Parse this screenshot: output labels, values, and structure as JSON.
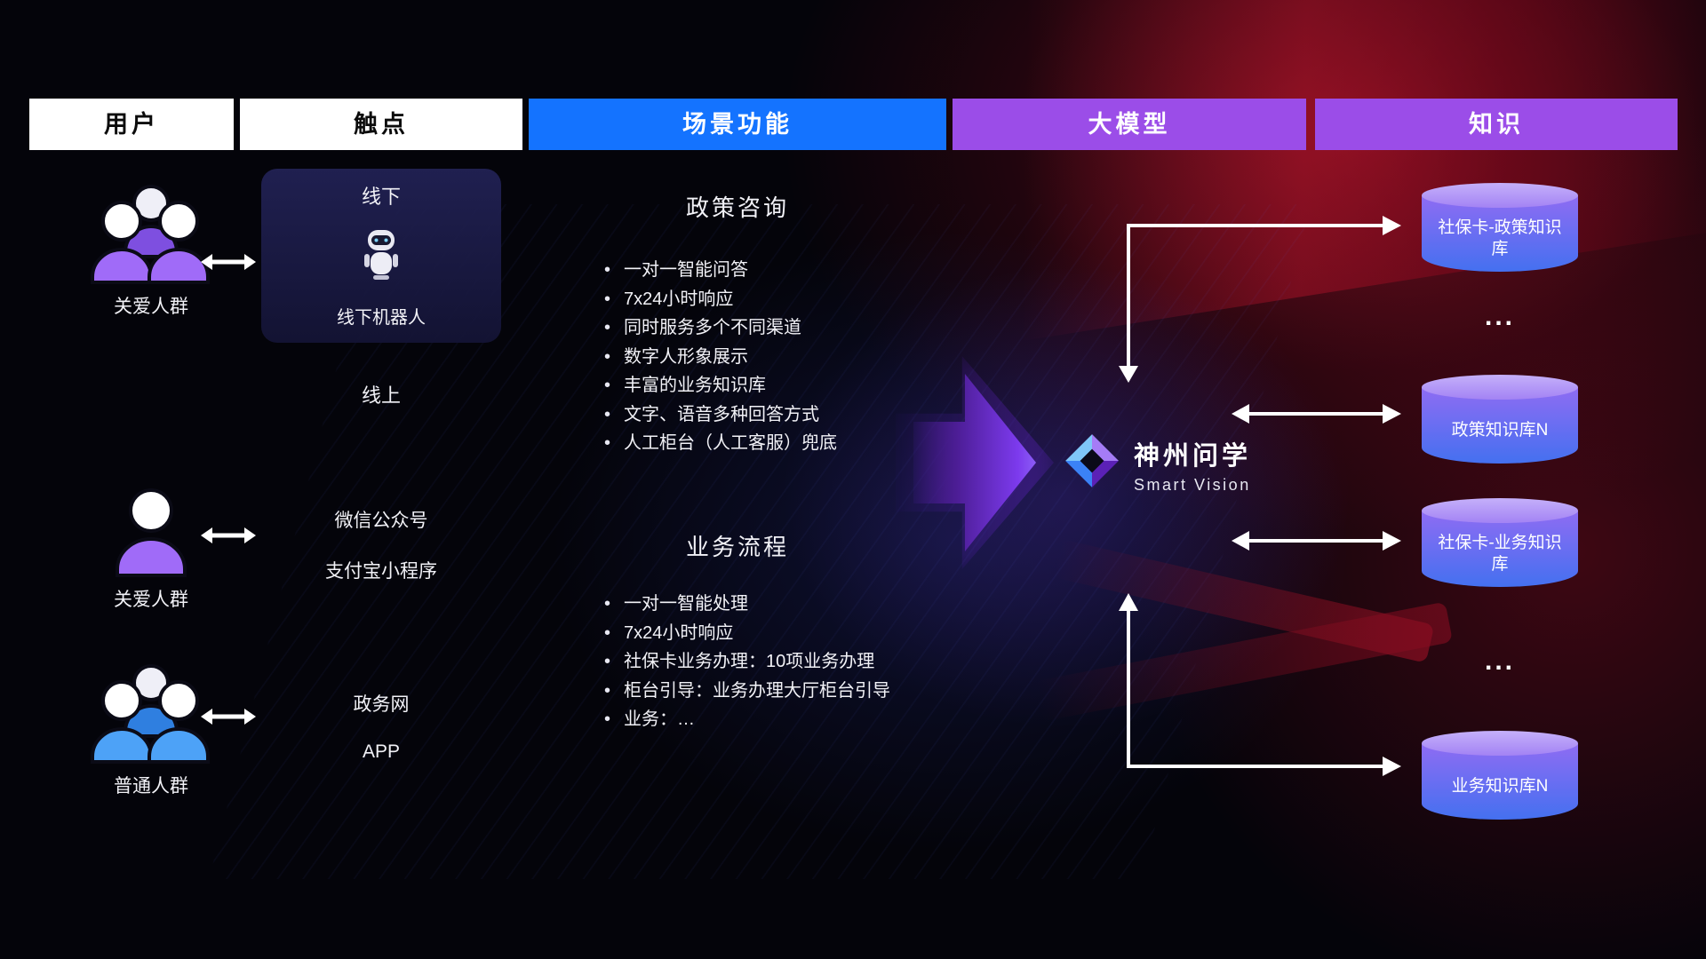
{
  "header": {
    "columns": [
      {
        "label": "用户"
      },
      {
        "label": "触点"
      },
      {
        "label": "场景功能"
      },
      {
        "label": "大模型"
      },
      {
        "label": "知识"
      }
    ]
  },
  "users": {
    "groups": [
      {
        "label": "关爱人群"
      },
      {
        "label": "关爱人群"
      },
      {
        "label": "普通人群"
      }
    ]
  },
  "touchpoints": {
    "offline_title": "线下",
    "offline_robot": "线下机器人",
    "online_title": "线上",
    "wechat": "微信公众号",
    "alipay": "支付宝小程序",
    "gov": "政务网",
    "app": "APP"
  },
  "scenarios": {
    "policy": {
      "title": "政策咨询",
      "items": [
        "一对一智能问答",
        "7x24小时响应",
        "同时服务多个不同渠道",
        "数字人形象展示",
        "丰富的业务知识库",
        "文字、语音多种回答方式",
        "人工柜台（人工客服）兜底"
      ]
    },
    "business": {
      "title": "业务流程",
      "items": [
        "一对一智能处理",
        "7x24小时响应",
        "社保卡业务办理：10项业务办理",
        "柜台引导：业务办理大厅柜台引导",
        "业务：…"
      ]
    }
  },
  "model": {
    "name": "神州问学",
    "subtitle": "Smart Vision"
  },
  "knowledge": {
    "items": [
      {
        "label": "社保卡-政策知识库"
      },
      {
        "label": "政策知识库N"
      },
      {
        "label": "社保卡-业务知识库"
      },
      {
        "label": "业务知识库N"
      }
    ],
    "ellipsis_top": "...",
    "ellipsis_bottom": "..."
  },
  "icons": {
    "group_purple": "group-of-people",
    "person_purple": "single-person",
    "group_blue": "group-of-people",
    "double_arrow": "bidirectional-arrow",
    "robot": "service-robot",
    "flow_arrow": "right-flow-arrow",
    "logo_diamond": "brand-diamond",
    "database": "knowledge-database-cylinder"
  },
  "colors": {
    "header_blue": "#1473ff",
    "header_purple": "#9b4de8",
    "user_purple": "#a06bf8",
    "user_blue": "#4da2f7",
    "flow_arrow_purple": "#7c3aed",
    "cylinder_top": "#b49cf8",
    "cylinder_body_top": "#8f6cf3",
    "cylinder_body_bottom": "#4470f0",
    "background_red": "#8a0f22"
  }
}
